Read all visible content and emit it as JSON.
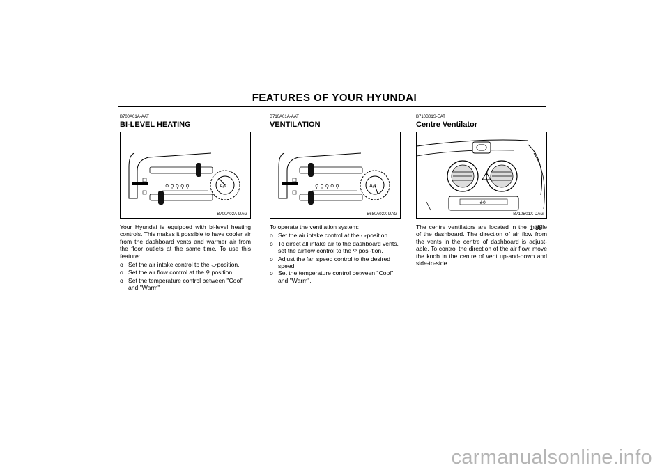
{
  "header": {
    "title": "FEATURES OF YOUR HYUNDAI"
  },
  "page_number": "1-35",
  "watermark": "carmanualsonline.info",
  "sections": [
    {
      "code": "B700A01A-AAT",
      "heading": "BI-LEVEL HEATING",
      "figure_label": "B700A02A-DAG",
      "body": "Your Hyundai is equipped with bi-level heating controls. This makes it possible to have cooler air from the dashboard vents and warmer air from the floor outlets at the same time. To use this feature:",
      "bullet": "o",
      "items": [
        {
          "before": "Set the air intake control to the",
          "icon": "fresh-air-icon",
          "after": "position."
        },
        {
          "before": "Set the air flow control at the",
          "icon": "bilevel-icon",
          "after": "position."
        },
        {
          "before": "Set the temperature control between \"Cool\" and \"Warm\"",
          "icon": "",
          "after": ""
        }
      ]
    },
    {
      "code": "B710A01A-AAT",
      "heading": "VENTILATION",
      "figure_label": "B680A02X-DAG",
      "body": "To operate the ventilation system:",
      "bullet": "o",
      "items": [
        {
          "before": "Set the air intake control at the",
          "icon": "fresh-air-icon",
          "after": "position."
        },
        {
          "before": "To direct all intake air to the dashboard vents, set the airflow control to the",
          "icon": "face-vent-icon",
          "after": "posi-tion."
        },
        {
          "before": "Adjust the fan speed control to the desired speed.",
          "icon": "",
          "after": ""
        },
        {
          "before": "Set the temperature control between \"Cool\" and \"Warm\".",
          "icon": "",
          "after": ""
        }
      ]
    },
    {
      "code": "B710B01S-EAT",
      "heading": "Centre Ventilator",
      "figure_label": "B710B01X-DAG",
      "body": "The centre ventilators are located in the middle of the dashboard. The direction of air flow from the vents in the centre of dashboard is adjust-able. To control the direction of the air flow, move the knob in the centre of vent up-and-down and side-to-side."
    }
  ],
  "figures": {
    "ac_label": "A/C",
    "radio_label": "#0"
  }
}
